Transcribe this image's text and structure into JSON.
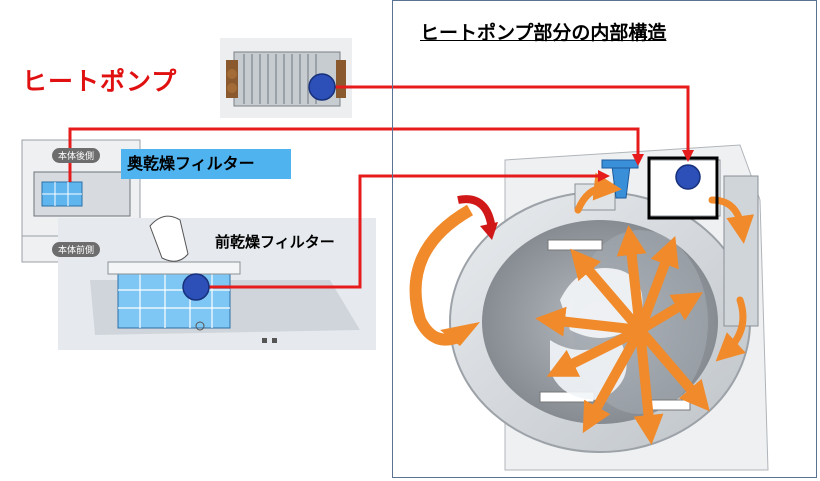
{
  "title": "ヒートポンプ部分の内部構造",
  "labels": {
    "heat_pump": "ヒートポンプ",
    "back_filter": "奥乾燥フィルター",
    "front_filter": "前乾燥フィルター",
    "body_back": "本体後側",
    "body_front": "本体前側"
  },
  "colors": {
    "arrow_red": "#e61c1c",
    "marker_blue": "#2c4fb8",
    "airflow_orange": "#f08a2a",
    "label_red": "#e01010",
    "filter_label_bg": "#4fb3f0"
  }
}
